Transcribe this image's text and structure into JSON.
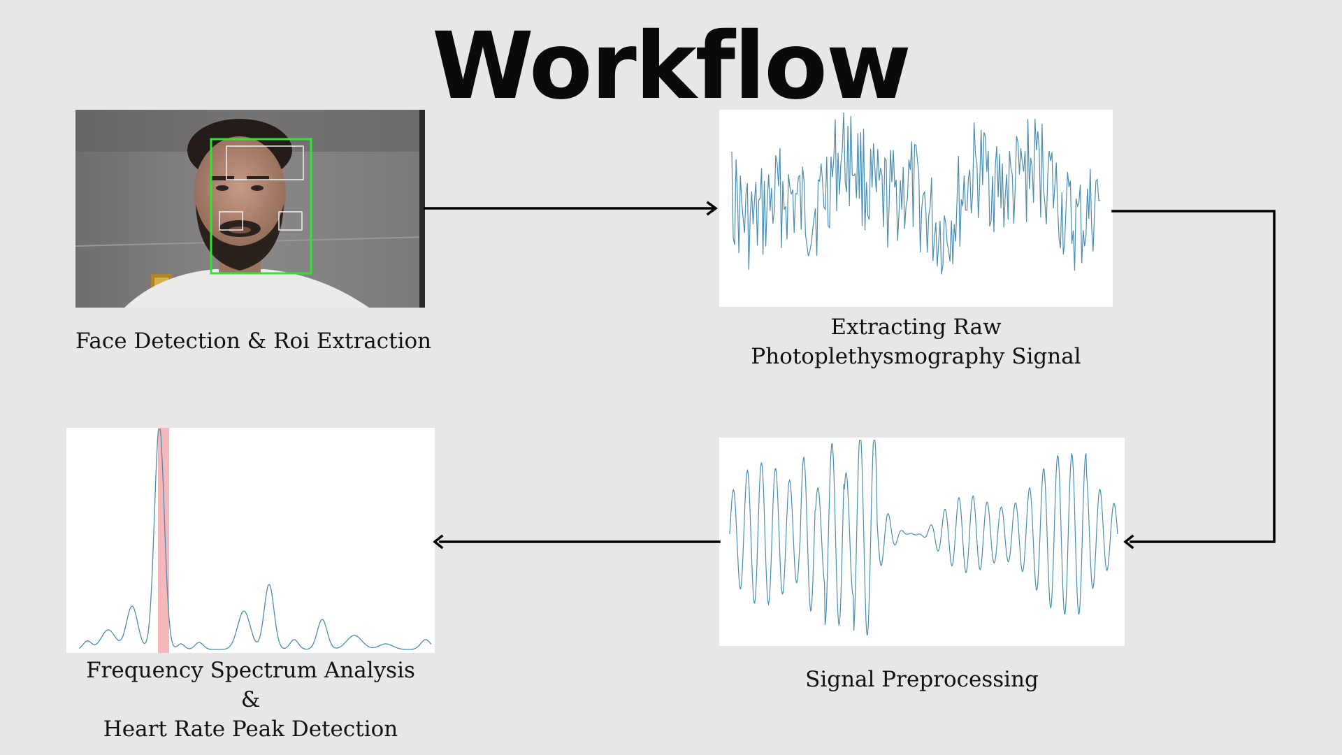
{
  "title": "Workflow",
  "steps": {
    "face": {
      "caption": "Face Detection & Roi Extraction"
    },
    "raw": {
      "caption_line1": "Extracting Raw",
      "caption_line2": "Photoplethysmography Signal"
    },
    "preprocess": {
      "caption": "Signal Preprocessing"
    },
    "spectrum": {
      "caption_line1": "Frequency Spectrum Analysis",
      "caption_line2": "&",
      "caption_line3": "Heart Rate Peak Detection"
    }
  },
  "colors": {
    "background": "#e8e6e7",
    "signal": "#4a8db0",
    "face_box": "#2ee62e",
    "roi_box": "#f2f2f2",
    "peak_band": "#f6b8bb",
    "arrow": "#000000"
  }
}
